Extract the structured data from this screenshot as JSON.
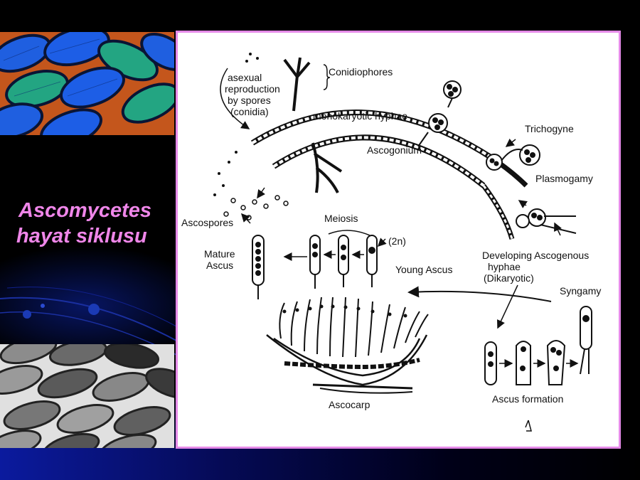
{
  "slide": {
    "title_line1": "Ascomycetes",
    "title_line2": "hayat siklusu",
    "title_color": "#ef86e9",
    "frame_border_color": "#e58ae8"
  },
  "diagram": {
    "labels": {
      "asexual_1": "asexual",
      "asexual_2": "reproduction",
      "asexual_3": "by spores",
      "asexual_4": "(conidia)",
      "conidiophores": "Conidiophores",
      "monokaryotic": "monokaryotic hyphae",
      "trichogyne": "Trichogyne",
      "ascogonium": "Ascogonium",
      "plasmogamy": "Plasmogamy",
      "ascospores": "Ascospores",
      "meiosis": "Meiosis",
      "two_n": "(2n)",
      "mature_1": "Mature",
      "mature_2": "Ascus",
      "young_ascus": "Young Ascus",
      "developing_1": "Developing Ascogenous",
      "developing_2": "hyphae",
      "developing_3": "(Dikaryotic)",
      "syngamy": "Syngamy",
      "ascocarp": "Ascocarp",
      "ascus_formation": "Ascus formation"
    }
  }
}
